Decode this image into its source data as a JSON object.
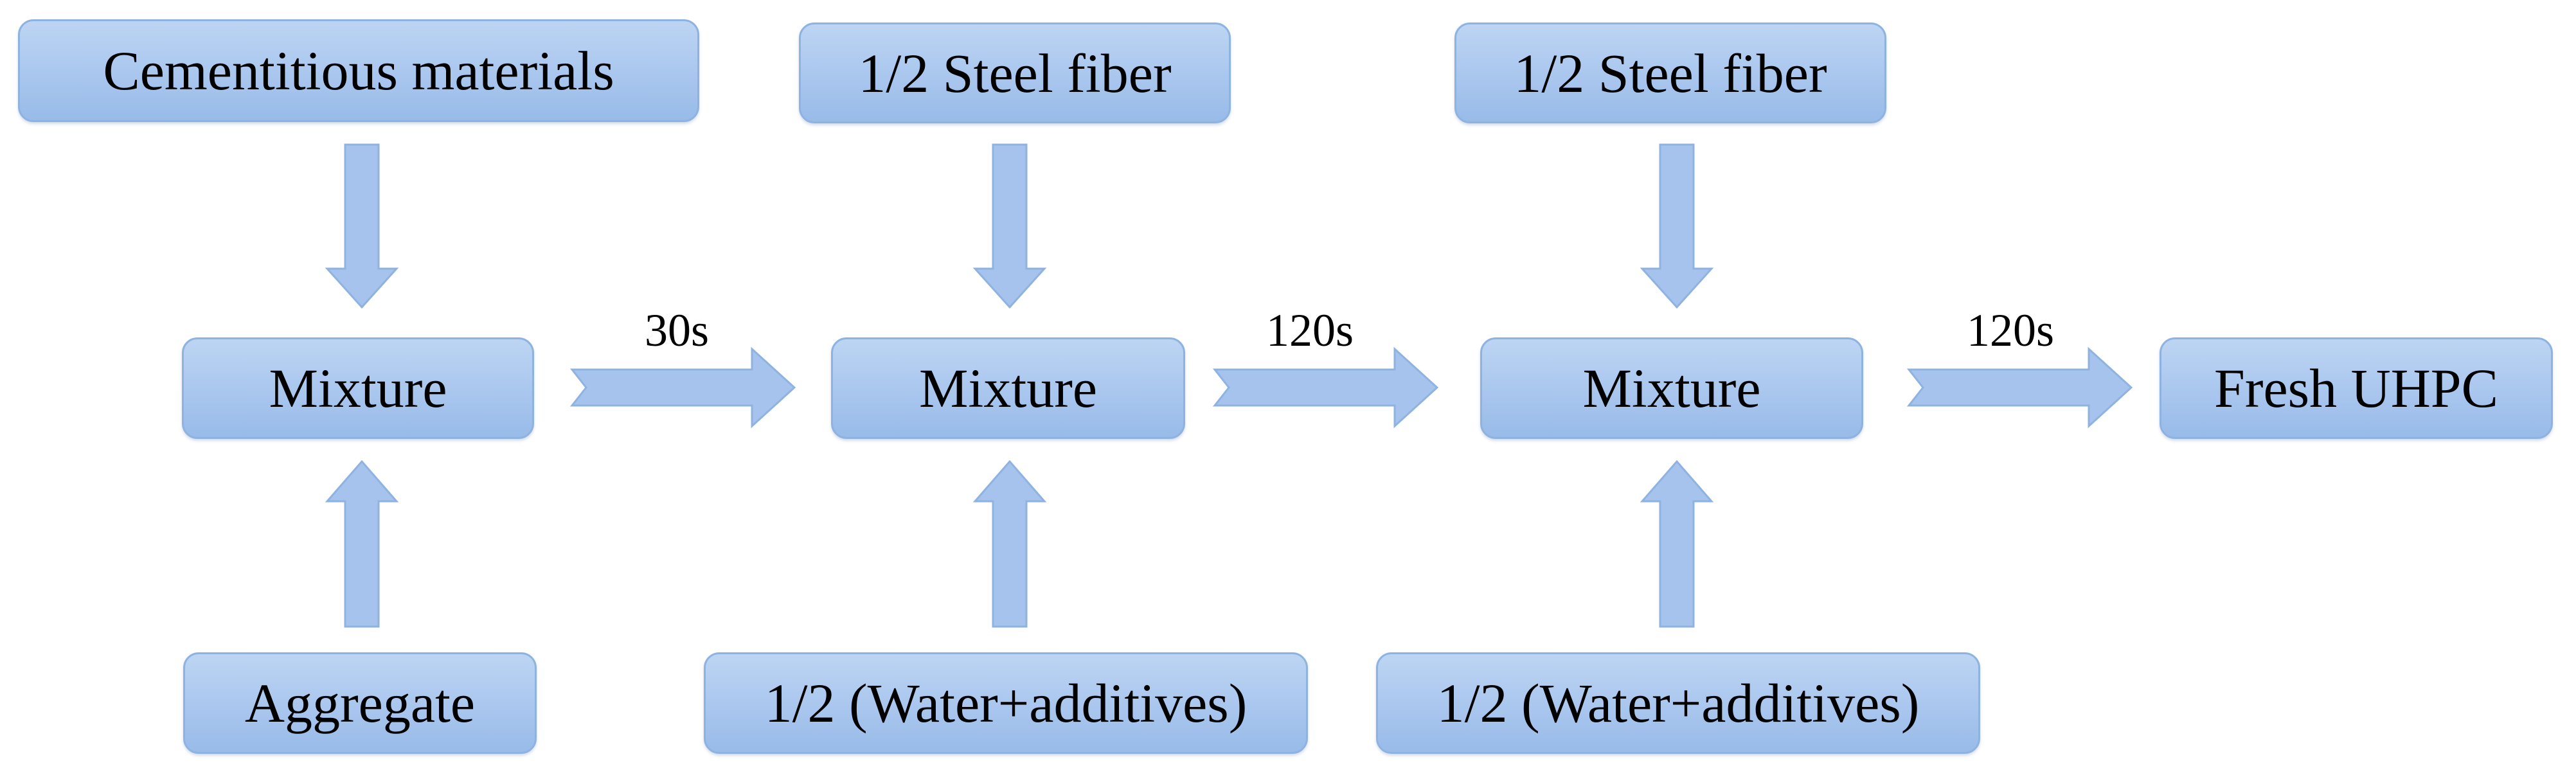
{
  "diagram": {
    "inputs_top": [
      {
        "label": "Cementitious materials"
      },
      {
        "label": "1/2 Steel fiber"
      },
      {
        "label": "1/2 Steel fiber"
      }
    ],
    "inputs_bottom": [
      {
        "label": "Aggregate"
      },
      {
        "label": "1/2 (Water+additives)"
      },
      {
        "label": "1/2 (Water+additives)"
      }
    ],
    "stages": [
      {
        "label": "Mixture"
      },
      {
        "label": "Mixture"
      },
      {
        "label": "Mixture"
      }
    ],
    "output": {
      "label": "Fresh UHPC"
    },
    "durations": [
      "30s",
      "120s",
      "120s"
    ],
    "colors": {
      "box_fill": "#a9c6ee",
      "box_border": "#8fb3e0",
      "arrow_fill": "#a5c3ec"
    }
  }
}
